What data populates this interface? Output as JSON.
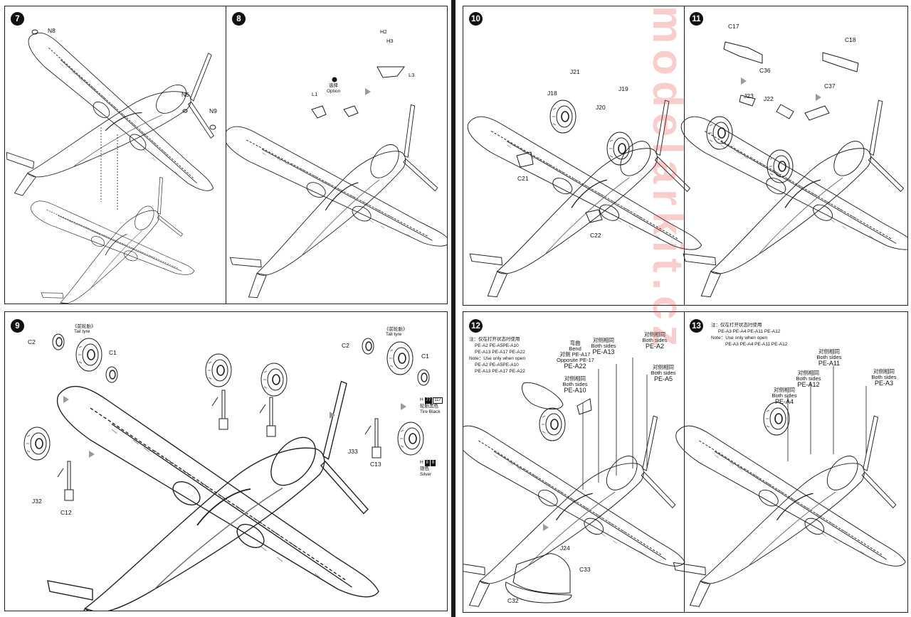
{
  "watermark": "modelarkit.cz",
  "steps": [
    {
      "number": "7",
      "labels": {
        "n8": "N8",
        "n5": "N5",
        "n9": "N9"
      }
    },
    {
      "number": "8",
      "labels": {
        "h2": "H2",
        "h3": "H3",
        "l3": "L3",
        "l1": "L1",
        "option_cn": "选择",
        "option": "Option",
        "option_mark": "?"
      }
    },
    {
      "number": "9",
      "labels": {
        "c2a": "C2",
        "c1a": "C1",
        "tail_tyre_cn_a": "《前轮胎》",
        "tail_tyre_a": "Tail tyre",
        "c2b": "C2",
        "c1b": "C1",
        "tail_tyre_cn_b": "《前轮胎》",
        "tail_tyre_b": "Tail tyre",
        "h_code1": "H",
        "h_sw1a": "77",
        "h_sw1b": "117",
        "tire_black_cn": "轮胎黑色",
        "tire_black": "Tire Black",
        "j33": "J33",
        "c13": "C13",
        "h_code2": "H",
        "h_sw2a": "8",
        "h_sw2b": "8",
        "silver_cn": "银色",
        "silver": "Silver",
        "j32": "J32",
        "c12": "C12"
      }
    },
    {
      "number": "10",
      "labels": {
        "j21": "J21",
        "j18": "J18",
        "j20": "J20",
        "j19": "J19",
        "c21": "C21",
        "c22": "C22"
      }
    },
    {
      "number": "11",
      "labels": {
        "c17": "C17",
        "c36": "C36",
        "c18": "C18",
        "c37": "C37",
        "j23": "J23",
        "j22": "J22"
      }
    },
    {
      "number": "12",
      "labels": {
        "note_cn": "注：仅在打开状态时使用",
        "note_line1": "PE-A2 PE-A5PE-A10",
        "note_line2": "PE-A13 PE-A17 PE-A22",
        "note_en": "Note：Use only when open",
        "note_line3": "PE-A2 PE-A5PE-A10",
        "note_line4": "PE-A13 PE-A17 PE-A22",
        "bend_cn": "弯曲",
        "bend": "Bend",
        "opposite_cn": "对侧 PE-A17",
        "opposite": "Opposite PE-17",
        "pe_a22": "PE-A22",
        "pe_a10_cn": "对侧相同",
        "pe_a10_both": "Both sides",
        "pe_a10": "PE-A10",
        "pe_a13_cn": "对侧相同",
        "pe_a13_both": "Both sides",
        "pe_a13": "PE-A13",
        "pe_a2_cn": "对侧相同",
        "pe_a2_both": "Both sides",
        "pe_a2": "PE-A2",
        "pe_a5_cn": "对侧相同",
        "pe_a5_both": "Both sides",
        "pe_a5": "PE-A5",
        "j24": "J24",
        "c33": "C33",
        "c32": "C32"
      }
    },
    {
      "number": "13",
      "labels": {
        "note_cn": "注：仅在打开状态时使用",
        "note_line1": "PE-A3 PE-A4 PE-A11 PE-A12",
        "note_en": "Note：Use only when open",
        "note_line2": "PE-A3 PE-A4 PE-A11 PE-A12",
        "pe_a11_cn": "对侧相同",
        "pe_a11_both": "Both sides",
        "pe_a11": "PE-A11",
        "pe_a3_cn": "对侧相同",
        "pe_a3_both": "Both sides",
        "pe_a3": "PE-A3",
        "pe_a12_cn": "对侧相同",
        "pe_a12_both": "Both sides",
        "pe_a12": "PE-A12",
        "pe_a4_cn": "对侧相同",
        "pe_a4_both": "Both sides",
        "pe_a4": "PE-A4"
      }
    }
  ],
  "colors": {
    "ink": "#111111",
    "watermark": "#ec3c3c",
    "arrow": "#9a9a9a"
  }
}
